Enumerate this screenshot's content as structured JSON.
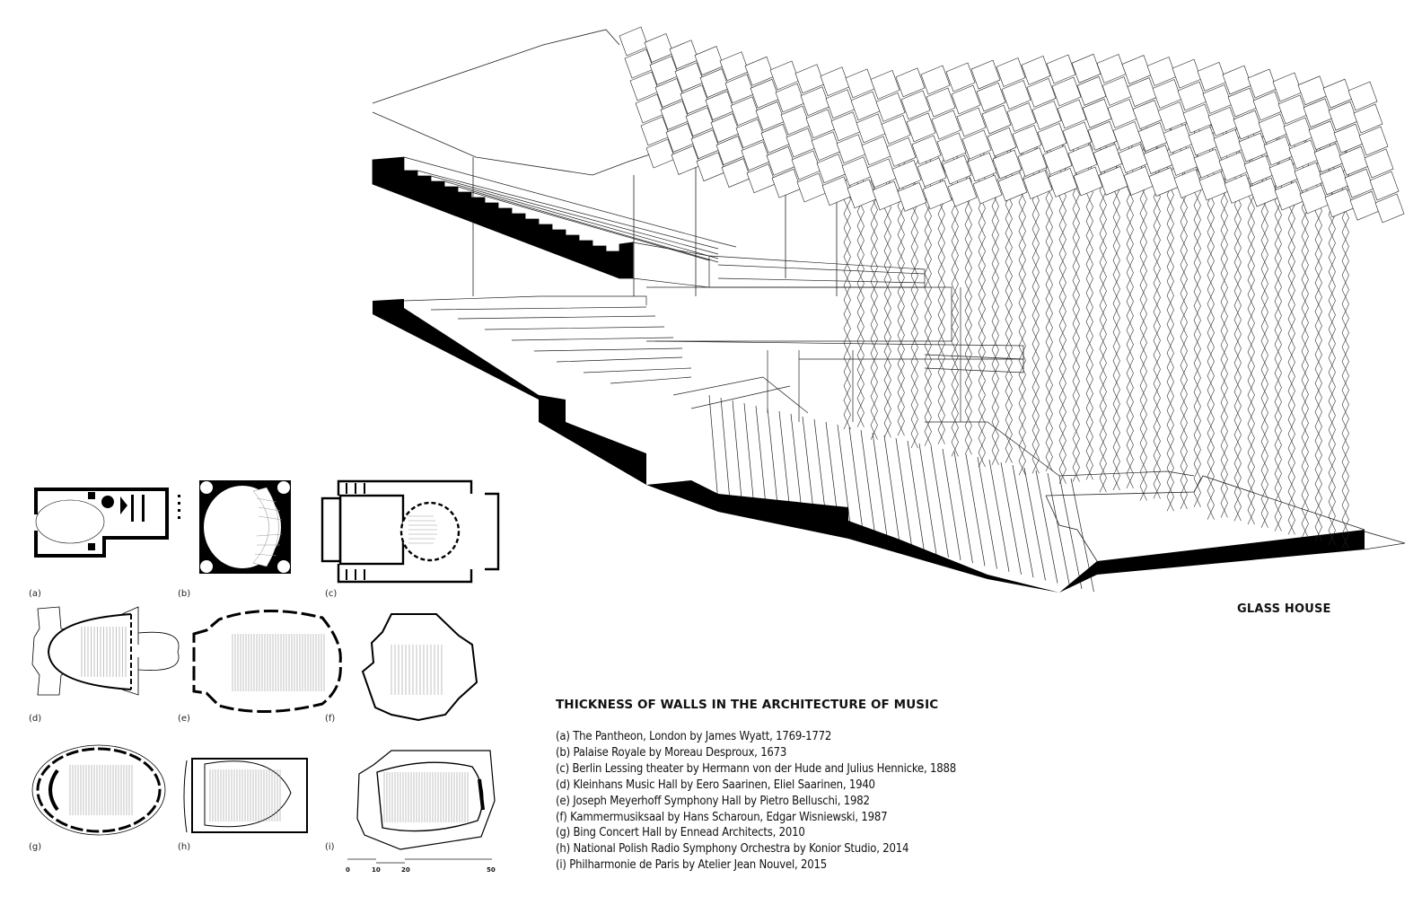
{
  "main_drawing": {
    "title": "GLASS HOUSE"
  },
  "legend": {
    "title": "THICKNESS OF WALLS IN THE ARCHITECTURE OF MUSIC",
    "items": [
      "(a) The Pantheon, London by James Wyatt, 1769-1772",
      "(b) Palaise Royale by Moreau Desproux, 1673",
      "(c) Berlin Lessing theater by Hermann von der Hude and Julius Hennicke, 1888",
      "(d) Kleinhans Music Hall by Eero Saarinen, Eliel Saarinen, 1940",
      "(e) Joseph Meyerhoff Symphony Hall by Pietro Belluschi, 1982",
      "(f) Kammermusiksaal by Hans Scharoun, Edgar Wisniewski, 1987",
      "(g) Bing Concert Hall by Ennead Architects, 2010",
      "(h) National Polish Radio Symphony Orchestra by Konior Studio, 2014",
      "(i) Philharmonie de Paris by Atelier Jean Nouvel, 2015"
    ]
  },
  "plans": [
    {
      "label": "(a)"
    },
    {
      "label": "(b)"
    },
    {
      "label": "(c)"
    },
    {
      "label": "(d)"
    },
    {
      "label": "(e)"
    },
    {
      "label": "(f)"
    },
    {
      "label": "(g)"
    },
    {
      "label": "(h)"
    },
    {
      "label": "(i)"
    }
  ],
  "scale_bar": {
    "ticks": [
      "0",
      "10",
      "20",
      "50"
    ]
  },
  "colors": {
    "ink": "#000000",
    "line": "#111111",
    "seat_hatch": "#9a9a9a",
    "paper": "#ffffff"
  }
}
